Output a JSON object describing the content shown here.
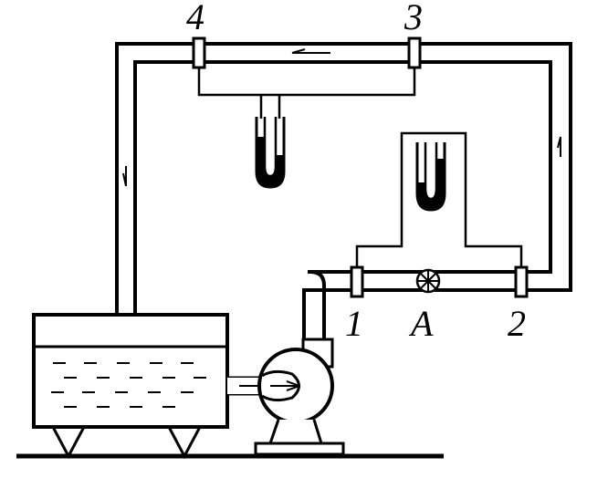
{
  "figure": {
    "labels": {
      "point_1": "1",
      "point_2": "2",
      "point_3": "3",
      "point_4": "4",
      "valve": "A"
    }
  },
  "colors": {
    "line": "#000000",
    "background": "#ffffff"
  }
}
